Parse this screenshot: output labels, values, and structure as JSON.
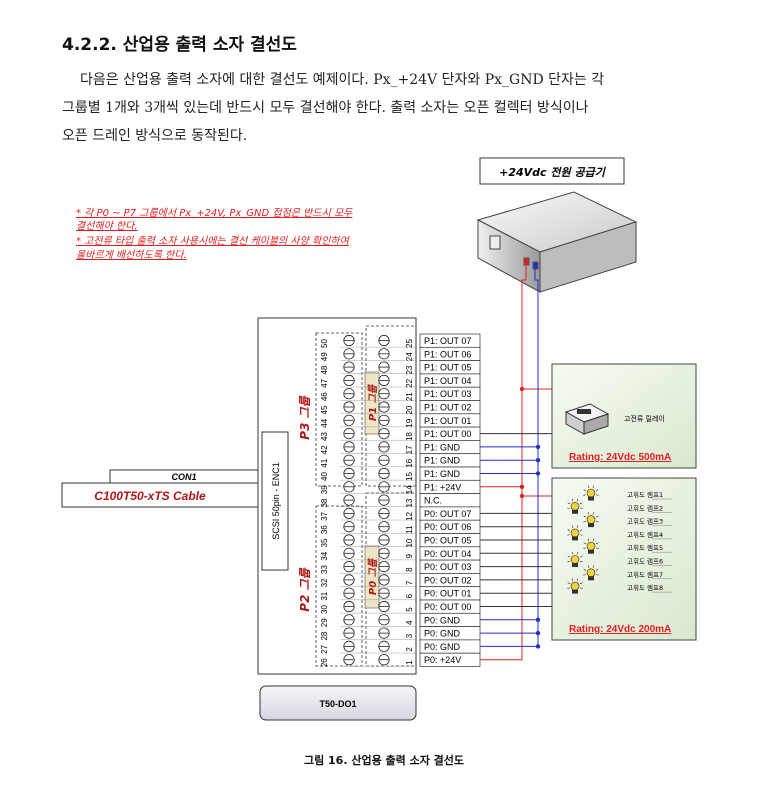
{
  "section": {
    "number": "4.2.2.",
    "title": "산업용 출력 소자 결선도"
  },
  "paragraph": [
    "다음은 산업용 출력 소자에 대한 결선도 예제이다. Px_+24V 단자와 Px_GND 단자는 각",
    "그룹별 1개와 3개씩 있는데 반드시 모두 결선해야 한다. 출력 소자는 오픈 컬렉터 방식이나",
    "오픈 드레인 방식으로 동작된다."
  ],
  "diagram": {
    "power_supply": "+24Vdc 전원 공급기",
    "notes": [
      "* 각 P0 ~ P7 그룹에서 Px_+24V, Px_GND 접점은 반드시 모두",
      "결선해야 한다.",
      "* 고전류 타입 출력 소자 사용시에는 결선 케이블의 사양 확인하여",
      "올바르게 배선하도록 한다."
    ],
    "connector": "CON1",
    "cable": "C100T50-xTS Cable",
    "scsi": "SCSI 50pin - ENC1",
    "board": "T50-DO1",
    "groups": {
      "p3": "P3 그룹",
      "p1": "P1 그룹",
      "p2": "P2 그룹",
      "p0": "P0 그룹"
    },
    "pins_top": [
      "50",
      "49",
      "48",
      "47",
      "46",
      "45",
      "44",
      "43",
      "42",
      "41",
      "40",
      "39",
      "38",
      "37",
      "36",
      "35",
      "34",
      "33",
      "32",
      "31",
      "30",
      "29",
      "28",
      "27",
      "26"
    ],
    "pins_bottom": [
      "25",
      "24",
      "23",
      "22",
      "21",
      "20",
      "19",
      "18",
      "17",
      "16",
      "15",
      "14",
      "13",
      "12",
      "11",
      "10",
      "9",
      "8",
      "7",
      "6",
      "5",
      "4",
      "3",
      "2",
      "1"
    ],
    "signals": [
      "P1: OUT 07",
      "P1: OUT 06",
      "P1: OUT 05",
      "P1: OUT 04",
      "P1: OUT 03",
      "P1: OUT 02",
      "P1: OUT 01",
      "P1: OUT 00",
      "P1: GND",
      "P1: GND",
      "P1: GND",
      "P1: +24V",
      "N.C.",
      "P0: OUT 07",
      "P0: OUT 06",
      "P0: OUT 05",
      "P0: OUT 04",
      "P0: OUT 03",
      "P0: OUT 02",
      "P0: OUT 01",
      "P0: OUT 00",
      "P0: GND",
      "P0: GND",
      "P0: GND",
      "P0: +24V"
    ],
    "relay_label": "고전류 릴레이",
    "relay_rating": "Rating: 24Vdc 500mA",
    "lamps": [
      "고휘도 램프8",
      "고휘도 램프7",
      "고휘도 램프6",
      "고휘도 램프5",
      "고휘도 램프4",
      "고휘도 램프3",
      "고휘도 램프2",
      "고휘도 램프1"
    ],
    "lamp_rating": "Rating: 24Vdc 200mA",
    "colors": {
      "plus": "#e02020",
      "gnd": "#1f2fd0",
      "note": "#e02020",
      "group": "#b01818"
    }
  },
  "caption": "그림 16. 산업용 출력 소자 결선도"
}
